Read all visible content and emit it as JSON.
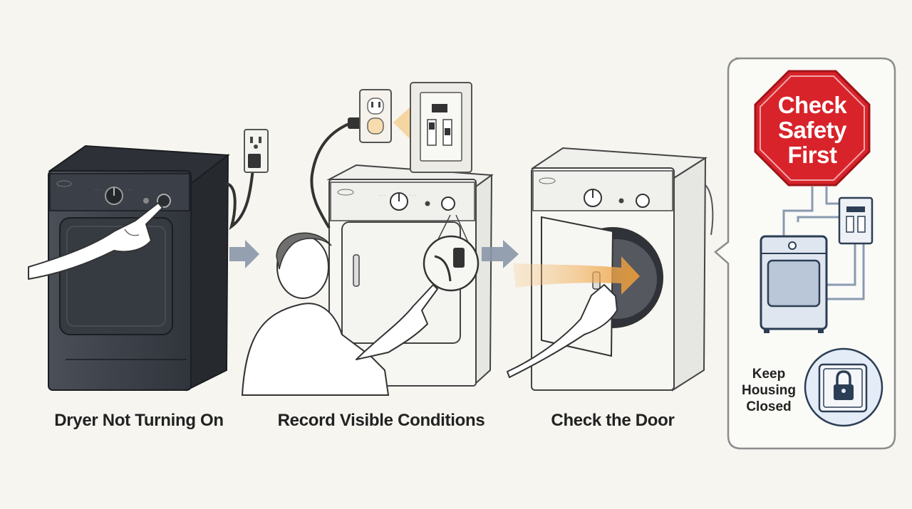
{
  "steps": [
    {
      "id": "step1",
      "caption": "Dryer Not Turning On",
      "scene": "finger pressing start button on dark dryer"
    },
    {
      "id": "step2",
      "caption": "Record Visible Conditions",
      "scene": "person pointing at plug, outlet and breaker panel"
    },
    {
      "id": "step3",
      "caption": "Check the Door",
      "scene": "hand closing the dryer door"
    }
  ],
  "safety_panel": {
    "stop_sign_lines": [
      "Check",
      "Safety",
      "First"
    ],
    "keep_lines": [
      "Keep",
      "Housing",
      "Closed"
    ]
  },
  "colors": {
    "background": "#f6f5f0",
    "dark_dryer": "#3c4048",
    "white_dryer": "#f4f4f1",
    "arrow": "#8a96a8",
    "door_arrow": "#f0a94a",
    "stop_sign": "#d8232a",
    "panel_border": "#8c8c8c",
    "lock_badge": "#e4ecf7"
  },
  "icons": [
    "start-button-icon",
    "power-plug-icon",
    "wall-outlet-icon",
    "breaker-panel-icon",
    "stop-sign-icon",
    "lock-icon",
    "safe-box-icon"
  ]
}
